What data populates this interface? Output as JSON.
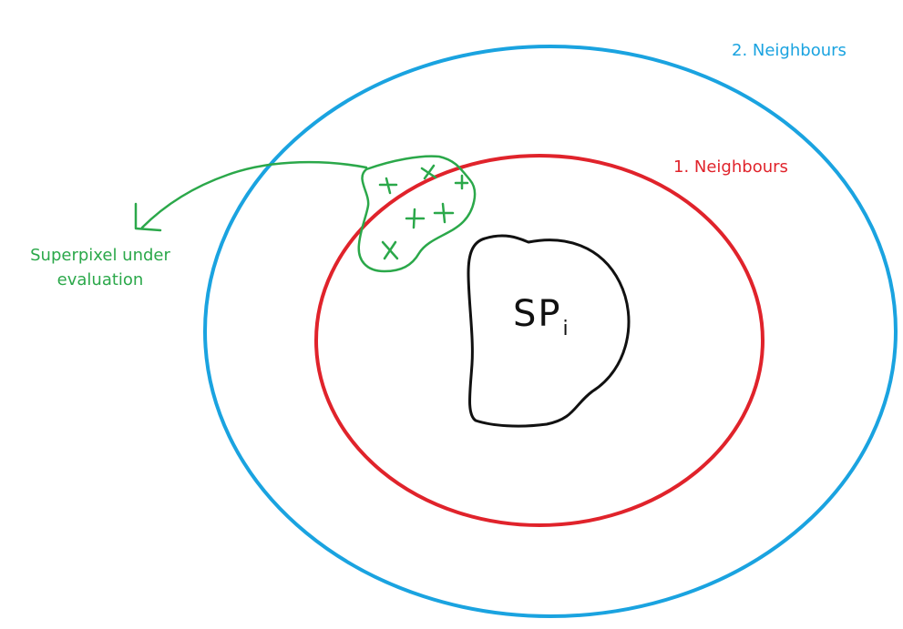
{
  "labels": {
    "outer_ring": "2. Neighbours",
    "inner_ring": "1. Neighbours",
    "superpixel_line1": "Superpixel under",
    "superpixel_line2": "evaluation",
    "center_main": "SP",
    "center_sub": "i"
  },
  "colors": {
    "outer_ring": "#1aa3e0",
    "inner_ring": "#e0232b",
    "superpixel": "#2ba84a",
    "center_region": "#111111",
    "background": "#ffffff"
  }
}
